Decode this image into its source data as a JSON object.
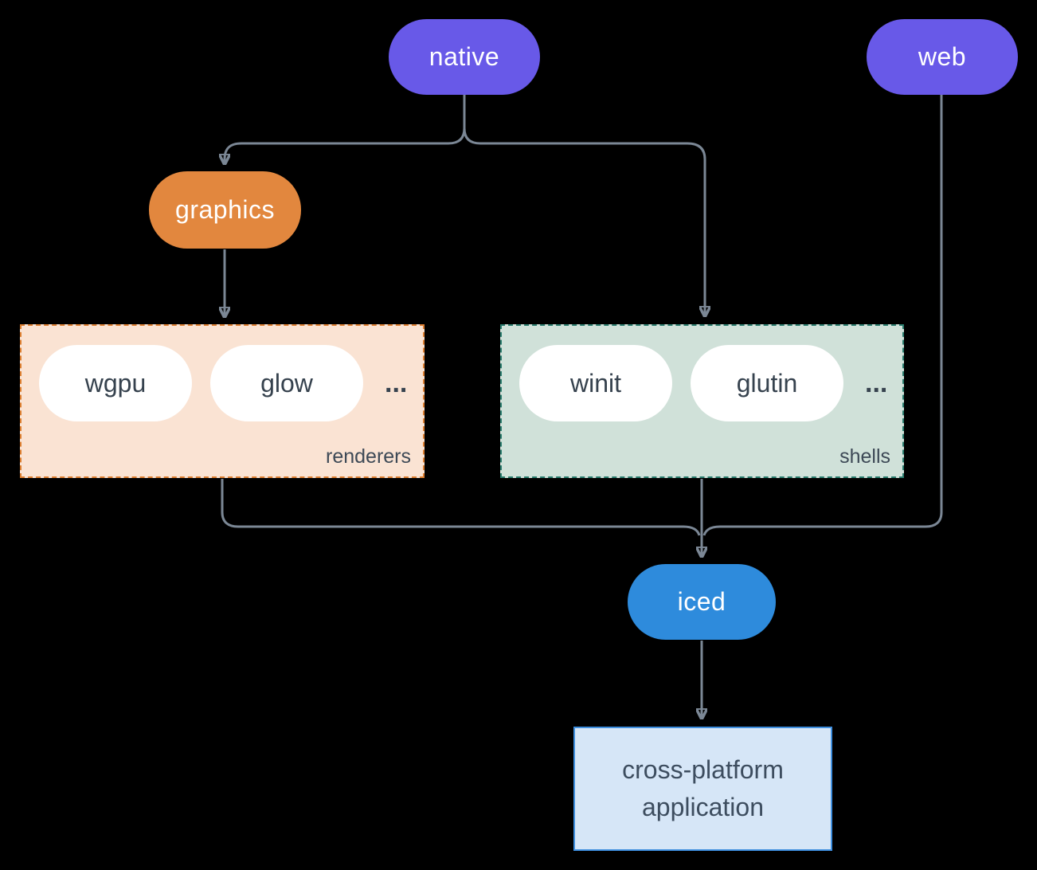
{
  "diagram": {
    "nodes": {
      "native": {
        "label": "native",
        "color": "#6859e8"
      },
      "web": {
        "label": "web",
        "color": "#6859e8"
      },
      "graphics": {
        "label": "graphics",
        "color": "#e2873e"
      },
      "iced": {
        "label": "iced",
        "color": "#2e8bdc"
      },
      "app": {
        "label": "cross-platform application",
        "bg": "#d6e6f7",
        "border": "#3e8ede"
      }
    },
    "groups": {
      "renderers": {
        "label": "renderers",
        "items": [
          {
            "label": "wgpu"
          },
          {
            "label": "glow"
          }
        ],
        "ellipsis": "...",
        "bg": "#fae3d3",
        "border": "#dd7f31"
      },
      "shells": {
        "label": "shells",
        "items": [
          {
            "label": "winit"
          },
          {
            "label": "glutin"
          }
        ],
        "ellipsis": "...",
        "bg": "#d0e1d9",
        "border": "#2a7d6e"
      }
    },
    "colors": {
      "background": "#000000",
      "connector": "#7b8795",
      "node_text": "#ffffff",
      "pill_bg": "#ffffff",
      "pill_text": "#36424e"
    }
  }
}
